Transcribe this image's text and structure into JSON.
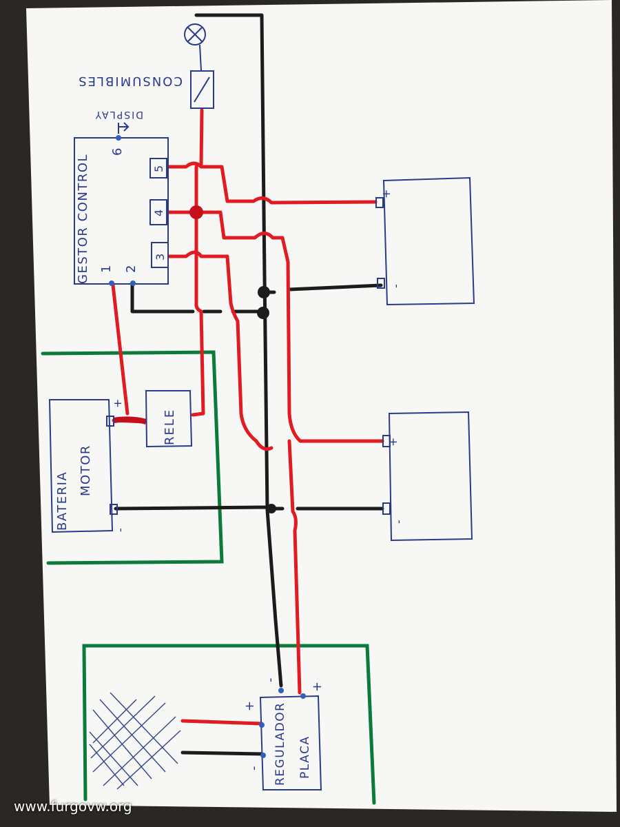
{
  "labels": {
    "consumibles": "CONSUMIBLES",
    "display": "DISPLAY",
    "gestor_control": "GESTOR CONTROL",
    "bateria": "BATERIA",
    "motor": "MOTOR",
    "rele": "RELE",
    "regulador": "REGULADOR",
    "placa": "PLACA",
    "pin_1": "1",
    "pin_2": "2",
    "pin_3": "3",
    "pin_4": "4",
    "pin_5": "5",
    "pin_6": "6",
    "plus": "+",
    "minus": "-"
  },
  "watermark": "www.furgovw.org",
  "colors": {
    "paper": "#f7f7f5",
    "background": "#2a2724",
    "wire_positive": "#e11b22",
    "wire_negative": "#1c1c1c",
    "ground_frame": "#0b7a3a",
    "ink": "#2a3a8a",
    "terminal": "#2f5fbf"
  }
}
